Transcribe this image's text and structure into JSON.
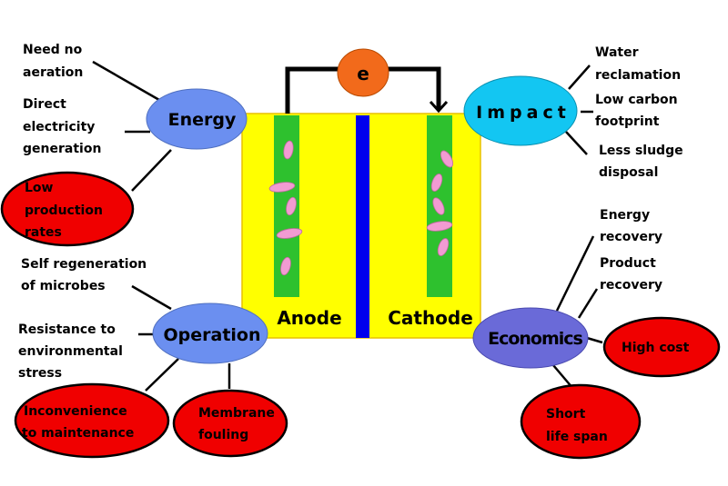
{
  "colors": {
    "hub_blue": "#6b8ff0",
    "impact_cyan": "#13c6f2",
    "economics_purple": "#6a6ad8",
    "drawback_red": "#f00000",
    "cell_yellow": "#ffff00",
    "electrode_green": "#2ec12e",
    "membrane_blue": "#0000ee",
    "electron_orange": "#f26a1b",
    "microbe_pink": "#f29bd2"
  },
  "cell": {
    "electron": "e",
    "anode": "Anode",
    "cathode": "Cathode"
  },
  "energy": {
    "hub": "Energy",
    "benefits": [
      [
        "Need no",
        "aeration"
      ],
      [
        "Direct",
        "electricity",
        "generation"
      ]
    ],
    "drawbacks": [
      [
        "Low",
        "production",
        "rates"
      ]
    ]
  },
  "impact": {
    "hub": "Impact",
    "benefits": [
      [
        "Water",
        "reclamation"
      ],
      [
        "Low carbon",
        "footprint"
      ],
      [
        "Less sludge",
        "disposal"
      ]
    ]
  },
  "operation": {
    "hub": "Operation",
    "benefits": [
      [
        "Self regeneration",
        "of microbes"
      ],
      [
        "Resistance to",
        "environmental",
        "stress"
      ]
    ],
    "drawbacks": [
      [
        "Inconvenience",
        "to maintenance"
      ],
      [
        "Membrane",
        "fouling"
      ]
    ]
  },
  "economics": {
    "hub": "Economics",
    "benefits": [
      [
        "Energy",
        "recovery"
      ],
      [
        "Product",
        "recovery"
      ]
    ],
    "drawbacks": [
      [
        "High cost"
      ],
      [
        "Short",
        "life span"
      ]
    ]
  }
}
